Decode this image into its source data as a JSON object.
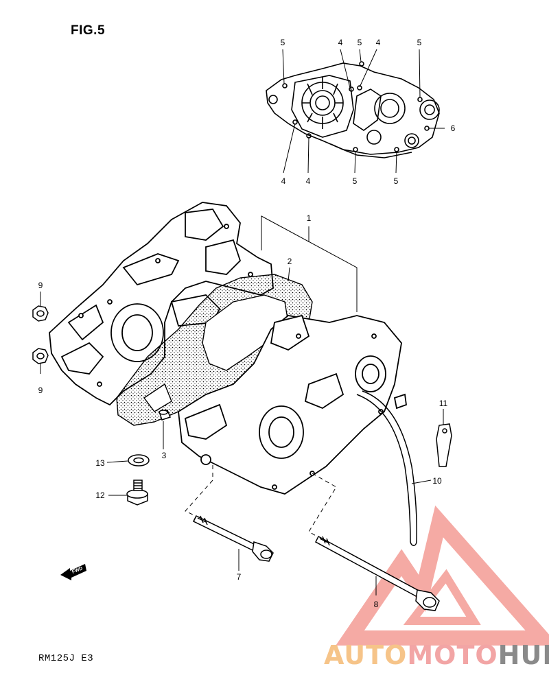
{
  "figure": {
    "title": "FIG.5",
    "model": "RM125J  E3",
    "fwd_label": "FWD"
  },
  "callouts": [
    {
      "id": "c5a",
      "text": "5"
    },
    {
      "id": "c4a",
      "text": "4"
    },
    {
      "id": "c5b",
      "text": "5"
    },
    {
      "id": "c4b",
      "text": "4"
    },
    {
      "id": "c5c",
      "text": "5"
    },
    {
      "id": "c6",
      "text": "6"
    },
    {
      "id": "c4c",
      "text": "4"
    },
    {
      "id": "c4d",
      "text": "4"
    },
    {
      "id": "c5d",
      "text": "5"
    },
    {
      "id": "c5e",
      "text": "5"
    },
    {
      "id": "c1",
      "text": "1"
    },
    {
      "id": "c2",
      "text": "2"
    },
    {
      "id": "c9a",
      "text": "9"
    },
    {
      "id": "c9b",
      "text": "9"
    },
    {
      "id": "c3",
      "text": "3"
    },
    {
      "id": "c13",
      "text": "13"
    },
    {
      "id": "c12",
      "text": "12"
    },
    {
      "id": "c11",
      "text": "11"
    },
    {
      "id": "c10",
      "text": "10"
    },
    {
      "id": "c7",
      "text": "7"
    },
    {
      "id": "c8",
      "text": "8"
    }
  ],
  "watermark": {
    "part1": "AUTO",
    "part2": "MOTO",
    "part3": "HUB",
    "colors": {
      "auto": "#f6c489",
      "moto": "#f2a5a5",
      "hub": "#8a8a8a",
      "logo": "#f4a19b"
    }
  }
}
